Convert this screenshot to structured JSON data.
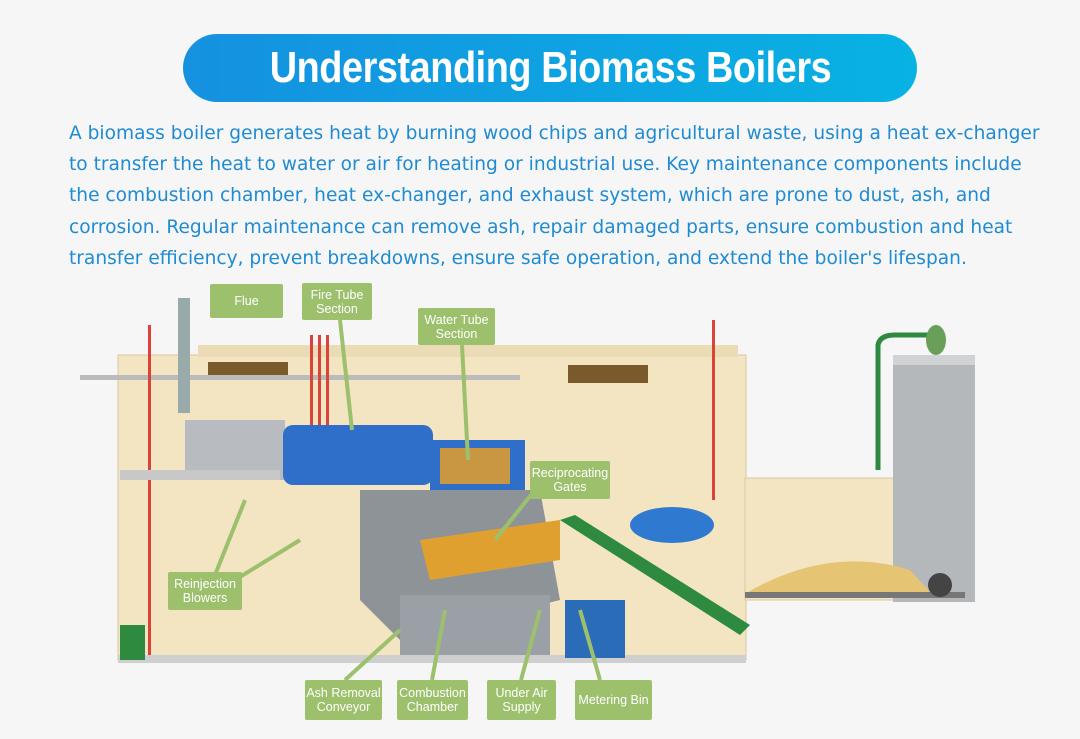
{
  "title": "Understanding Biomass Boilers",
  "intro": "A biomass boiler generates heat by burning wood chips and agricultural waste, using a heat ex-changer to transfer the heat to water or air for heating or industrial use. Key maintenance components include the combustion chamber, heat ex-changer, and exhaust system, which are prone to dust, ash, and corrosion. Regular maintenance can remove ash, repair damaged parts, ensure combustion and heat transfer efficiency, prevent breakdowns, ensure safe operation, and extend the boiler's lifespan.",
  "labels": {
    "flue": "Flue",
    "fire_tube": "Fire Tube Section",
    "water_tube": "Water Tube Section",
    "reciprocating_gates": "Reciprocating Gates",
    "reinjection_blowers": "Reinjection Blowers",
    "ash_removal": "Ash Removal Conveyor",
    "combustion_chamber": "Combustion Chamber",
    "under_air": "Under Air Supply",
    "metering_bin": "Metering Bin"
  },
  "colors": {
    "accent": "#1591e0",
    "text": "#1e8bd2",
    "label_bg": "#9cc06c"
  }
}
